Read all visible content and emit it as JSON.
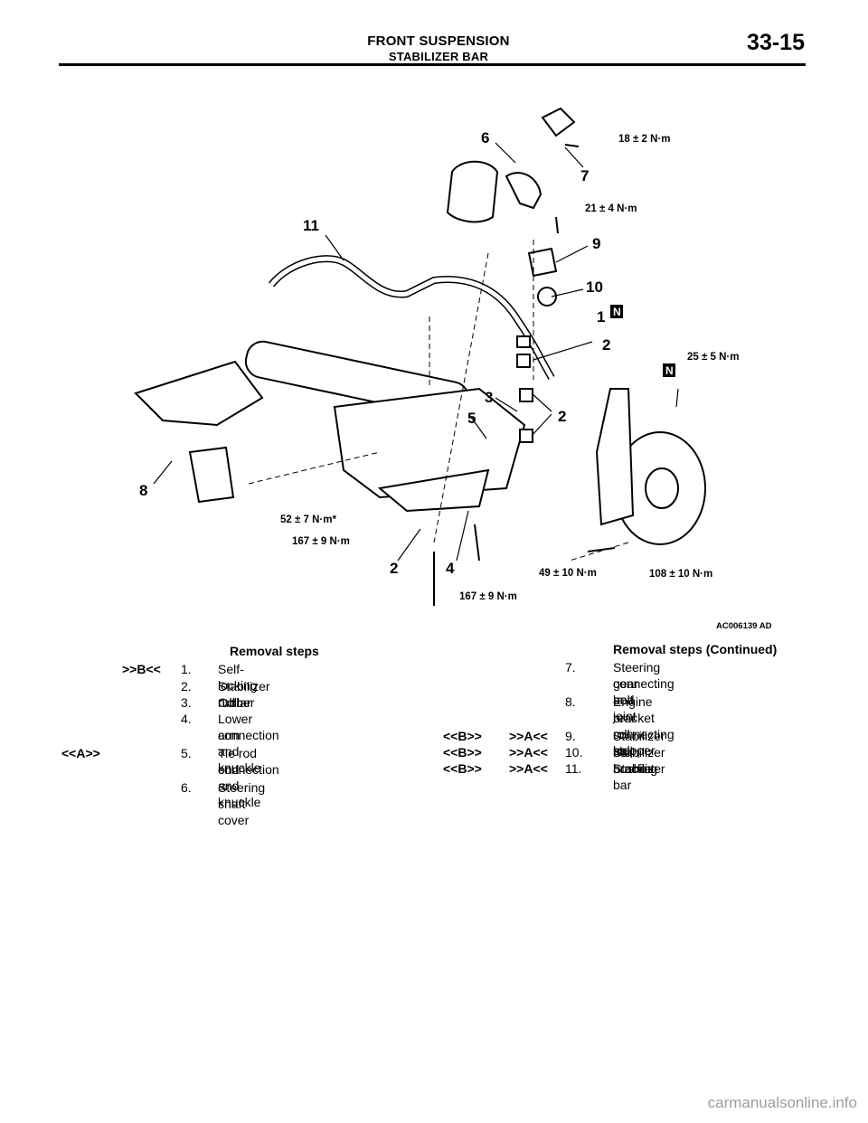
{
  "header": {
    "section": "FRONT SUSPENSION",
    "subsection": "STABILIZER BAR",
    "page_number": "33-15"
  },
  "figure": {
    "code": "AC006139 AD",
    "callouts": [
      "1",
      "2",
      "2",
      "2",
      "3",
      "4",
      "5",
      "6",
      "7",
      "8",
      "9",
      "10",
      "11"
    ],
    "badge_letter": "N",
    "torques": {
      "t18": "18 ± 2 N·m",
      "t21": "21 ± 4 N·m",
      "t25": "25 ± 5 N·m",
      "t52": "52 ± 7 N·m*",
      "t167a": "167 ± 9 N·m",
      "t167b": "167 ± 9 N·m",
      "t49": "49 ± 10 N·m",
      "t108": "108 ± 10 N·m"
    }
  },
  "removal_steps": {
    "left_heading": "Removal steps",
    "right_heading": "Removal steps (Continued)",
    "left": [
      {
        "ref": ">>B<<",
        "num": "1.",
        "text": [
          "Self-locking nut"
        ]
      },
      {
        "ref": "",
        "num": "2.",
        "text": [
          "Stabilizer rubber"
        ]
      },
      {
        "ref": "",
        "num": "3.",
        "text": [
          "Collar"
        ]
      },
      {
        "ref": "",
        "num": "4.",
        "text": [
          "Lower arm and knuckle",
          "connection"
        ]
      },
      {
        "ref": "<<A>>",
        "num": "5.",
        "text": [
          "Tie rod end and knuckle",
          "connection"
        ]
      },
      {
        "ref": "",
        "num": "6.",
        "text": [
          "Steering shaft cover"
        ]
      }
    ],
    "right": [
      {
        "ref1": "",
        "ref2": "",
        "num": "7.",
        "text": [
          "Steering gear and joint",
          "connecting bolt"
        ]
      },
      {
        "ref1": "",
        "ref2": "",
        "num": "8.",
        "text": [
          "Engine rear roll stopper",
          "bracket connecting bolt"
        ]
      },
      {
        "ref1": "<<B>>",
        "ref2": ">>A<<",
        "num": "9.",
        "text": [
          "Stabilizer bar bracket"
        ]
      },
      {
        "ref1": "<<B>>",
        "ref2": ">>A<<",
        "num": "10.",
        "text": [
          "Stabilizer bushing"
        ]
      },
      {
        "ref1": "<<B>>",
        "ref2": ">>A<<",
        "num": "11.",
        "text": [
          "Stabilizer bar"
        ]
      }
    ]
  },
  "watermark": "carmanualsonline.info"
}
